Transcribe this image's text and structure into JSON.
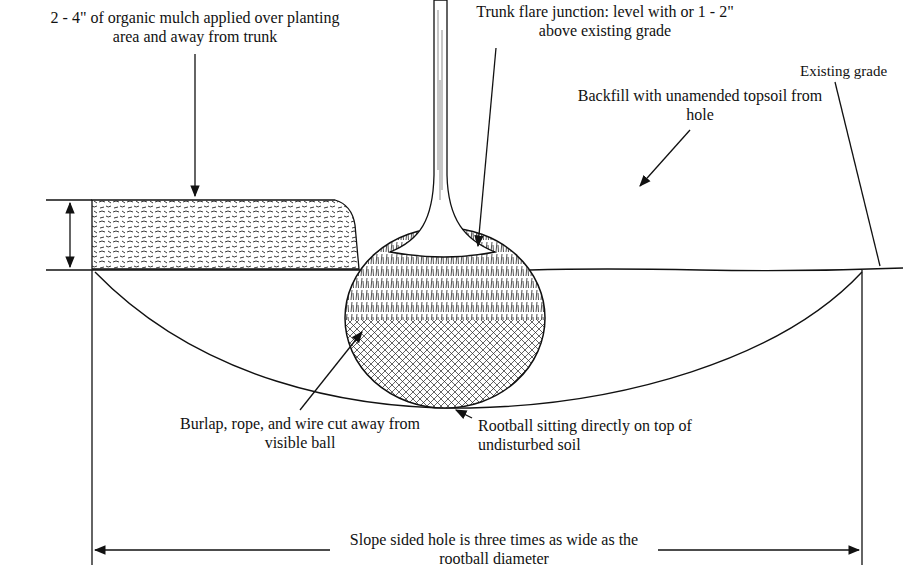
{
  "diagram": {
    "labels": [
      "2 - 4\" of organic mulch applied over planting area and away from trunk",
      "Trunk flare junction: level with or 1 - 2\" above existing grade",
      "Backfill with unamended topsoil from hole",
      "Existing grade",
      "Burlap, rope, and wire cut away from visible ball",
      "Rootball sitting directly on top of undisturbed soil",
      "Slope sided hole is three times as wide as the rootball diameter"
    ]
  }
}
